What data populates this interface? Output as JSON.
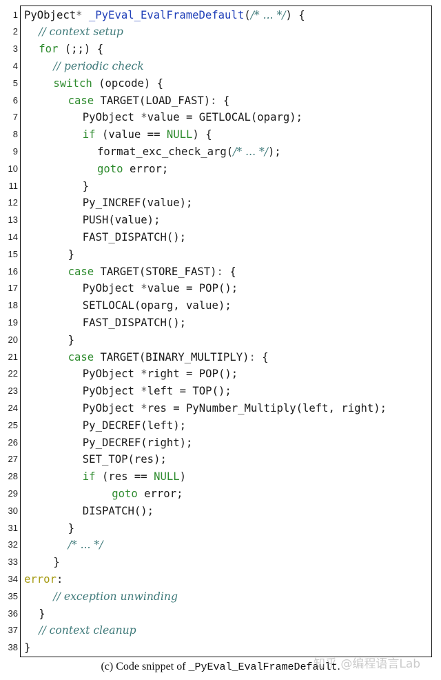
{
  "figure": {
    "caption_prefix": "(c) Code snippet of ",
    "caption_code": "_PyEval_EvalFrameDefault",
    "caption_suffix": ".",
    "watermark": "知乎 @编程语言Lab"
  },
  "colors": {
    "keyword": "#2e8b2e",
    "comment": "#3f7a7a",
    "function_name": "#1f3fb8",
    "label": "#a59a10",
    "text": "#1a1a1a"
  },
  "code": {
    "language": "C",
    "lines": [
      {
        "n": "1",
        "indent": 0,
        "tokens": [
          [
            "t",
            "PyObject"
          ],
          [
            "p",
            "*"
          ],
          [
            "t",
            " "
          ],
          [
            "f",
            "_PyEval_EvalFrameDefault"
          ],
          [
            "t",
            "("
          ],
          [
            "c",
            "/* ... */"
          ],
          [
            "t",
            ") {"
          ]
        ]
      },
      {
        "n": "2",
        "indent": 1,
        "tokens": [
          [
            "c",
            "// context setup"
          ]
        ]
      },
      {
        "n": "3",
        "indent": 1,
        "tokens": [
          [
            "k",
            "for"
          ],
          [
            "t",
            " (;;) {"
          ]
        ]
      },
      {
        "n": "4",
        "indent": 2,
        "tokens": [
          [
            "c",
            "// periodic check"
          ]
        ]
      },
      {
        "n": "5",
        "indent": 2,
        "tokens": [
          [
            "k",
            "switch"
          ],
          [
            "t",
            " (opcode) {"
          ]
        ]
      },
      {
        "n": "6",
        "indent": 3,
        "tokens": [
          [
            "k",
            "case"
          ],
          [
            "t",
            " TARGET(LOAD_FAST)"
          ],
          [
            "p",
            ":"
          ],
          [
            "t",
            " {"
          ]
        ]
      },
      {
        "n": "7",
        "indent": 4,
        "tokens": [
          [
            "t",
            "PyObject "
          ],
          [
            "p",
            "*"
          ],
          [
            "t",
            "value = GETLOCAL(oparg);"
          ]
        ]
      },
      {
        "n": "8",
        "indent": 4,
        "tokens": [
          [
            "k",
            "if"
          ],
          [
            "t",
            " (value == "
          ],
          [
            "k",
            "NULL"
          ],
          [
            "t",
            ") {"
          ]
        ]
      },
      {
        "n": "9",
        "indent": 5,
        "tokens": [
          [
            "t",
            "format_exc_check_arg("
          ],
          [
            "c",
            "/* ... */"
          ],
          [
            "t",
            ");"
          ]
        ]
      },
      {
        "n": "10",
        "indent": 5,
        "tokens": [
          [
            "k",
            "goto"
          ],
          [
            "t",
            " error;"
          ]
        ]
      },
      {
        "n": "11",
        "indent": 4,
        "tokens": [
          [
            "t",
            "}"
          ]
        ]
      },
      {
        "n": "12",
        "indent": 4,
        "tokens": [
          [
            "t",
            "Py_INCREF(value);"
          ]
        ]
      },
      {
        "n": "13",
        "indent": 4,
        "tokens": [
          [
            "t",
            "PUSH(value);"
          ]
        ]
      },
      {
        "n": "14",
        "indent": 4,
        "tokens": [
          [
            "t",
            "FAST_DISPATCH();"
          ]
        ]
      },
      {
        "n": "15",
        "indent": 3,
        "tokens": [
          [
            "t",
            "}"
          ]
        ]
      },
      {
        "n": "16",
        "indent": 3,
        "tokens": [
          [
            "k",
            "case"
          ],
          [
            "t",
            " TARGET(STORE_FAST)"
          ],
          [
            "p",
            ":"
          ],
          [
            "t",
            " {"
          ]
        ]
      },
      {
        "n": "17",
        "indent": 4,
        "tokens": [
          [
            "t",
            "PyObject "
          ],
          [
            "p",
            "*"
          ],
          [
            "t",
            "value = POP();"
          ]
        ]
      },
      {
        "n": "18",
        "indent": 4,
        "tokens": [
          [
            "t",
            "SETLOCAL(oparg, value);"
          ]
        ]
      },
      {
        "n": "19",
        "indent": 4,
        "tokens": [
          [
            "t",
            "FAST_DISPATCH();"
          ]
        ]
      },
      {
        "n": "20",
        "indent": 3,
        "tokens": [
          [
            "t",
            "}"
          ]
        ]
      },
      {
        "n": "21",
        "indent": 3,
        "tokens": [
          [
            "k",
            "case"
          ],
          [
            "t",
            " TARGET(BINARY_MULTIPLY)"
          ],
          [
            "p",
            ":"
          ],
          [
            "t",
            " {"
          ]
        ]
      },
      {
        "n": "22",
        "indent": 4,
        "tokens": [
          [
            "t",
            "PyObject "
          ],
          [
            "p",
            "*"
          ],
          [
            "t",
            "right = POP();"
          ]
        ]
      },
      {
        "n": "23",
        "indent": 4,
        "tokens": [
          [
            "t",
            "PyObject "
          ],
          [
            "p",
            "*"
          ],
          [
            "t",
            "left = TOP();"
          ]
        ]
      },
      {
        "n": "24",
        "indent": 4,
        "tokens": [
          [
            "t",
            "PyObject "
          ],
          [
            "p",
            "*"
          ],
          [
            "t",
            "res = PyNumber_Multiply(left, right);"
          ]
        ]
      },
      {
        "n": "25",
        "indent": 4,
        "tokens": [
          [
            "t",
            "Py_DECREF(left);"
          ]
        ]
      },
      {
        "n": "26",
        "indent": 4,
        "tokens": [
          [
            "t",
            "Py_DECREF(right);"
          ]
        ]
      },
      {
        "n": "27",
        "indent": 4,
        "tokens": [
          [
            "t",
            "SET_TOP(res);"
          ]
        ]
      },
      {
        "n": "28",
        "indent": 4,
        "tokens": [
          [
            "k",
            "if"
          ],
          [
            "t",
            " (res == "
          ],
          [
            "k",
            "NULL"
          ],
          [
            "t",
            ")"
          ]
        ]
      },
      {
        "n": "29",
        "indent": 6,
        "tokens": [
          [
            "k",
            "goto"
          ],
          [
            "t",
            " error;"
          ]
        ]
      },
      {
        "n": "30",
        "indent": 4,
        "tokens": [
          [
            "t",
            "DISPATCH();"
          ]
        ]
      },
      {
        "n": "31",
        "indent": 3,
        "tokens": [
          [
            "t",
            "}"
          ]
        ]
      },
      {
        "n": "32",
        "indent": 3,
        "tokens": [
          [
            "c",
            "/* ... */"
          ]
        ]
      },
      {
        "n": "33",
        "indent": 2,
        "tokens": [
          [
            "t",
            "}"
          ]
        ]
      },
      {
        "n": "34",
        "indent": 0,
        "tokens": [
          [
            "l",
            "error"
          ],
          [
            "t",
            ":"
          ]
        ]
      },
      {
        "n": "35",
        "indent": 2,
        "tokens": [
          [
            "c",
            "// exception unwinding"
          ]
        ]
      },
      {
        "n": "36",
        "indent": 1,
        "tokens": [
          [
            "t",
            "}"
          ]
        ]
      },
      {
        "n": "37",
        "indent": 1,
        "tokens": [
          [
            "c",
            "// context cleanup"
          ]
        ]
      },
      {
        "n": "38",
        "indent": 0,
        "tokens": [
          [
            "t",
            "}"
          ]
        ]
      }
    ]
  }
}
